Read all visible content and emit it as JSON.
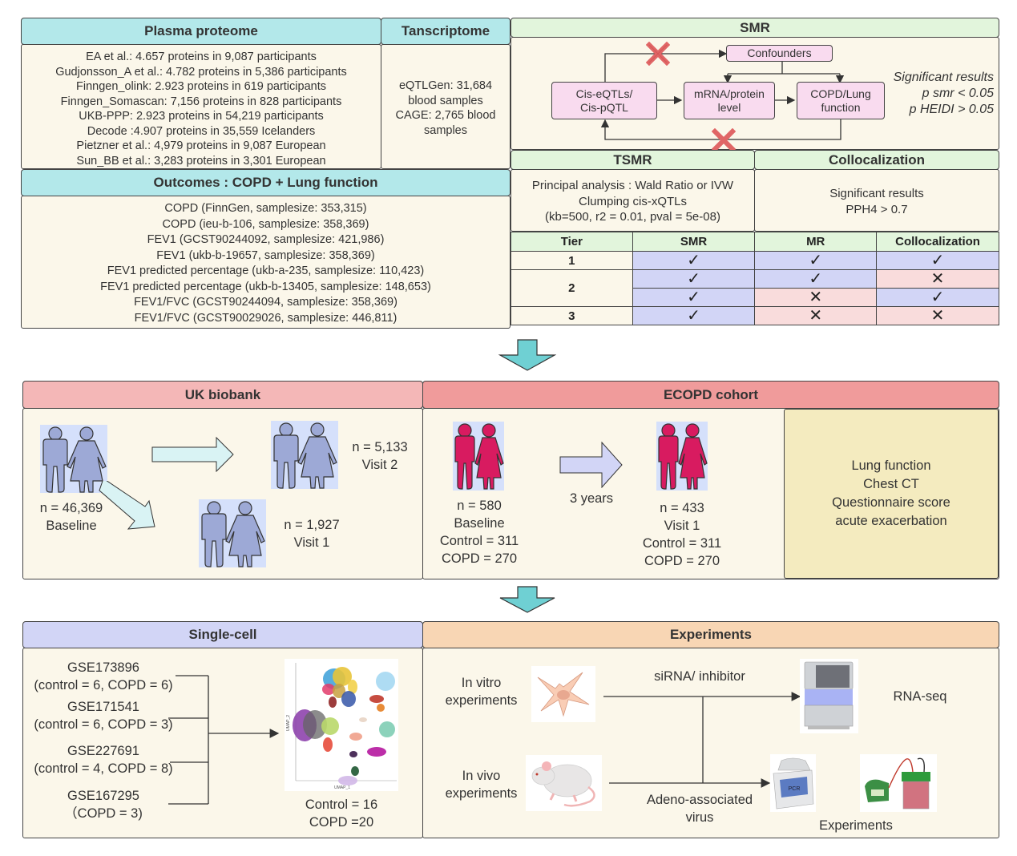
{
  "plasma_proteome": {
    "title": "Plasma proteome",
    "lines": [
      "EA et al.: 4.657 proteins in 9,087 participants",
      "Gudjonsson_A et al.: 4.782 proteins in 5,386 participants",
      "Finngen_olink:  2.923 proteins in 619 participants",
      "Finngen_Somascan:  7,156 proteins in 828 participants",
      "UKB-PPP: 2.923 proteins in 54,219 participants",
      "Decode :4.907 proteins in 35,559 Icelanders",
      "Pietzner et al.: 4,979 proteins in 9,087 European",
      "Sun_BB et al.: 3,283 proteins in 3,301 European"
    ]
  },
  "transcriptome": {
    "title": "Tanscriptome",
    "lines": [
      "eQTLGen: 31,684",
      "blood samples",
      "CAGE: 2,765 blood",
      "samples"
    ]
  },
  "smr": {
    "title": "SMR",
    "confounders": "Confounders",
    "qtl_line1": "Cis-eQTLs/",
    "qtl_line2": "Cis-pQTL",
    "level_line1": "mRNA/protein",
    "level_line2": "level",
    "outcome_line1": "COPD/Lung",
    "outcome_line2": "function",
    "sig_title": "Significant results",
    "sig_smr": "p smr < 0.05",
    "sig_heidi": "p HEIDI > 0.05"
  },
  "outcomes": {
    "title": "Outcomes : COPD + Lung function",
    "lines": [
      "COPD (FinnGen, samplesize: 353,315)",
      "COPD (ieu-b-106, samplesize: 358,369)",
      "FEV1 (GCST90244092, samplesize: 421,986)",
      "FEV1 (ukb-b-19657, samplesize: 358,369)",
      "FEV1 predicted percentage (ukb-a-235, samplesize: 110,423)",
      "FEV1 predicted percentage (ukb-b-13405, samplesize: 148,653)",
      "FEV1/FVC (GCST90244094, samplesize: 358,369)",
      "FEV1/FVC (GCST90029026, samplesize: 446,811)"
    ]
  },
  "tsmr": {
    "title": "TSMR",
    "lines": [
      "Principal analysis : Wald Ratio or IVW",
      "Clumping cis-xQTLs",
      "(kb=500, r2 = 0.01, pval = 5e-08)"
    ]
  },
  "colocalization": {
    "title": "Collocalization",
    "lines": [
      "Significant results",
      "PPH4 > 0.7"
    ]
  },
  "tier_table": {
    "headers": [
      "Tier",
      "SMR",
      "MR",
      "Collocalization"
    ],
    "check": "✓",
    "cross": "✕",
    "rows": [
      {
        "tier": "1",
        "smr": true,
        "mr": true,
        "coloc": true
      },
      {
        "tier": "2",
        "smr": true,
        "mr": true,
        "coloc": false
      },
      {
        "tier": "",
        "smr": true,
        "mr": false,
        "coloc": true
      },
      {
        "tier": "3",
        "smr": true,
        "mr": false,
        "coloc": false
      }
    ]
  },
  "uk_biobank": {
    "title": "UK biobank",
    "baseline_n": "n = 46,369",
    "baseline_label": "Baseline",
    "visit2_n": "n = 5,133",
    "visit2_label": "Visit 2",
    "visit1_n": "n = 1,927",
    "visit1_label": "Visit 1"
  },
  "ecopd": {
    "title": "ECOPD cohort",
    "baseline_n": "n = 580",
    "baseline_label": "Baseline",
    "baseline_control": "Control = 311",
    "baseline_copd": "COPD = 270",
    "interval": "3 years",
    "visit1_n": "n = 433",
    "visit1_label": "Visit 1",
    "visit1_control": "Control = 311",
    "visit1_copd": "COPD = 270",
    "measures": [
      "Lung function",
      "Chest CT",
      "Questionnaire score",
      "acute exacerbation"
    ]
  },
  "single_cell": {
    "title": "Single-cell",
    "datasets": [
      {
        "id": "GSE173896",
        "detail": "(control = 6, COPD = 6)"
      },
      {
        "id": "GSE171541",
        "detail": "(control = 6, COPD = 3)"
      },
      {
        "id": "GSE227691",
        "detail": "(control = 4, COPD = 8)"
      },
      {
        "id": "GSE167295",
        "detail": "（COPD = 3)"
      }
    ],
    "total_control": "Control = 16",
    "total_copd": "COPD =20",
    "umap_xlabel": "UMAP_1",
    "umap_ylabel": "UMAP_2"
  },
  "experiments": {
    "title": "Experiments",
    "in_vitro_1": "In vitro",
    "in_vitro_2": "experiments",
    "in_vivo_1": "In vivo",
    "in_vivo_2": "experiments",
    "sirna": "siRNA/ inhibitor",
    "aav_1": "Adeno-associated",
    "aav_2": "virus",
    "rnaseq": "RNA-seq",
    "pcr_label": "PCR",
    "experiments_label": "Experiments"
  },
  "colors": {
    "cyan_header": "#b3e8ea",
    "green_header": "#e2f5dc",
    "uk_header": "#f4b7b7",
    "ecopd_header": "#f09b9b",
    "singlecell_header": "#d2d5f6",
    "experiments_header": "#f8d6b4",
    "panel_bg": "#fbf7ea",
    "check_cell": "#d2d5f6",
    "cross_cell": "#f9dcdc",
    "cross_red": "#e06666",
    "people_blue": "#9da9d6",
    "people_magenta": "#d81b60"
  }
}
